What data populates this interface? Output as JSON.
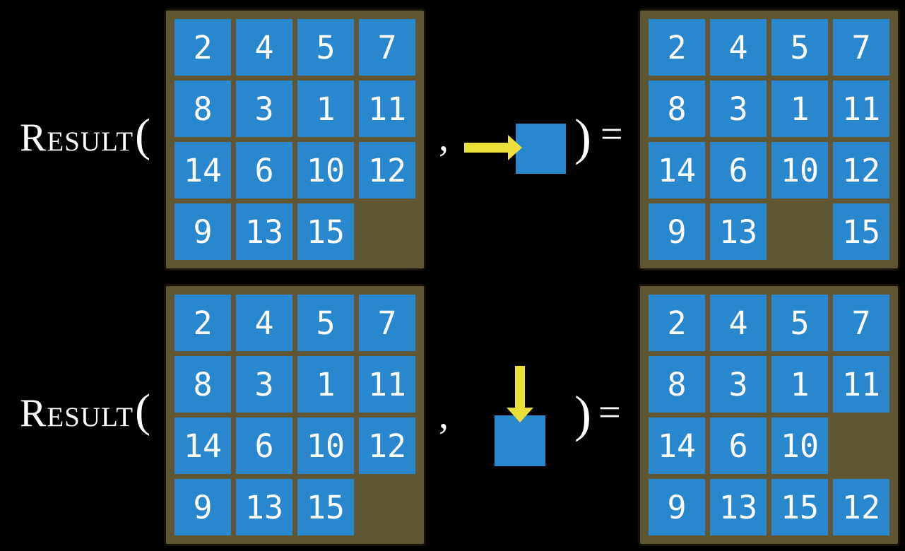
{
  "labels": {
    "function_name": "Result",
    "open_paren": "(",
    "close_paren": ")",
    "comma": ",",
    "equals": "="
  },
  "colors": {
    "background": "#000000",
    "board_brown": "#615634",
    "board_border": "#14100a",
    "tile_blue": "#2887cd",
    "arrow_yellow": "#ebdf3a",
    "text_white": "#ffffff"
  },
  "equations": [
    {
      "id": "move-right",
      "action_direction": "right",
      "input_grid": [
        [
          2,
          4,
          5,
          7
        ],
        [
          8,
          3,
          1,
          11
        ],
        [
          14,
          6,
          10,
          12
        ],
        [
          9,
          13,
          15,
          null
        ]
      ],
      "output_grid": [
        [
          2,
          4,
          5,
          7
        ],
        [
          8,
          3,
          1,
          11
        ],
        [
          14,
          6,
          10,
          12
        ],
        [
          9,
          13,
          null,
          15
        ]
      ]
    },
    {
      "id": "move-down",
      "action_direction": "down",
      "input_grid": [
        [
          2,
          4,
          5,
          7
        ],
        [
          8,
          3,
          1,
          11
        ],
        [
          14,
          6,
          10,
          12
        ],
        [
          9,
          13,
          15,
          null
        ]
      ],
      "output_grid": [
        [
          2,
          4,
          5,
          7
        ],
        [
          8,
          3,
          1,
          11
        ],
        [
          14,
          6,
          10,
          null
        ],
        [
          9,
          13,
          15,
          12
        ]
      ]
    }
  ]
}
